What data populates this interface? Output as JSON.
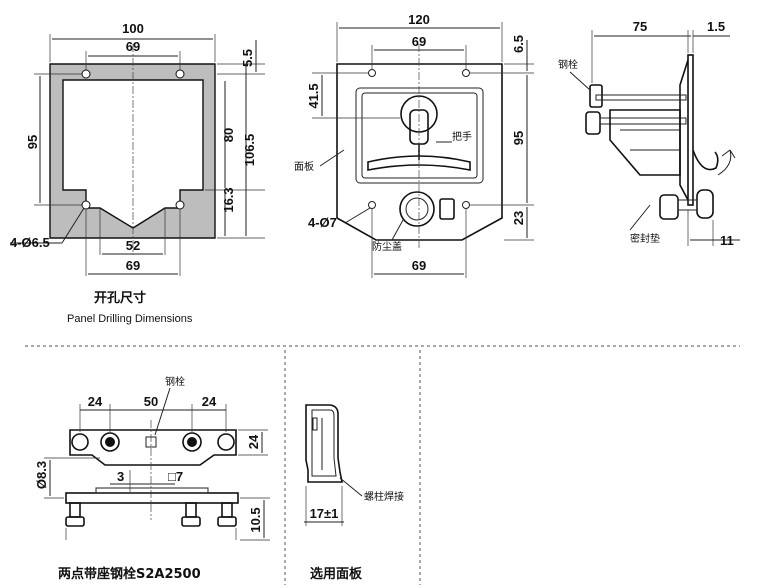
{
  "panel_cutout": {
    "dim_width": "100",
    "dim_hole_spacing_top": "69",
    "dim_top_offset": "5.5",
    "dim_left_height": "95",
    "dim_inner_height": "80",
    "dim_total_height": "106.5",
    "dim_notch_depth": "16.3",
    "dim_hole_spec": "4-Ø6.5",
    "dim_notch_width": "52",
    "dim_hole_spacing_bottom": "69",
    "caption": "开孔尺寸",
    "caption_en": "Panel Drilling Dimensions"
  },
  "front_view": {
    "dim_width": "120",
    "dim_hole_spacing_top": "69",
    "dim_top_offset": "6.5",
    "dim_handle_offset": "41.5",
    "dim_height": "95",
    "dim_bottom": "23",
    "dim_hole_spacing_bottom": "69",
    "label_handle": "把手",
    "label_panel": "面板",
    "label_holes": "4-Ø7",
    "label_dust_cover": "防尘盖"
  },
  "side_view": {
    "dim_depth": "75",
    "dim_thickness": "1.5",
    "dim_gasket": "11",
    "label_bolt": "钢栓",
    "label_gasket": "密封垫"
  },
  "bolt_seat": {
    "label_bolt": "钢栓",
    "dim_left": "24",
    "dim_center": "50",
    "dim_right": "24",
    "dim_height": "24",
    "dim_dia": "Ø8.3",
    "dim_3": "3",
    "dim_square": "□7",
    "dim_10_5": "10.5",
    "caption": "两点带座钢栓S2A2500"
  },
  "optional_panel": {
    "label_weld": "螺柱焊接",
    "dim_17": "17±1",
    "caption": "选用面板"
  }
}
